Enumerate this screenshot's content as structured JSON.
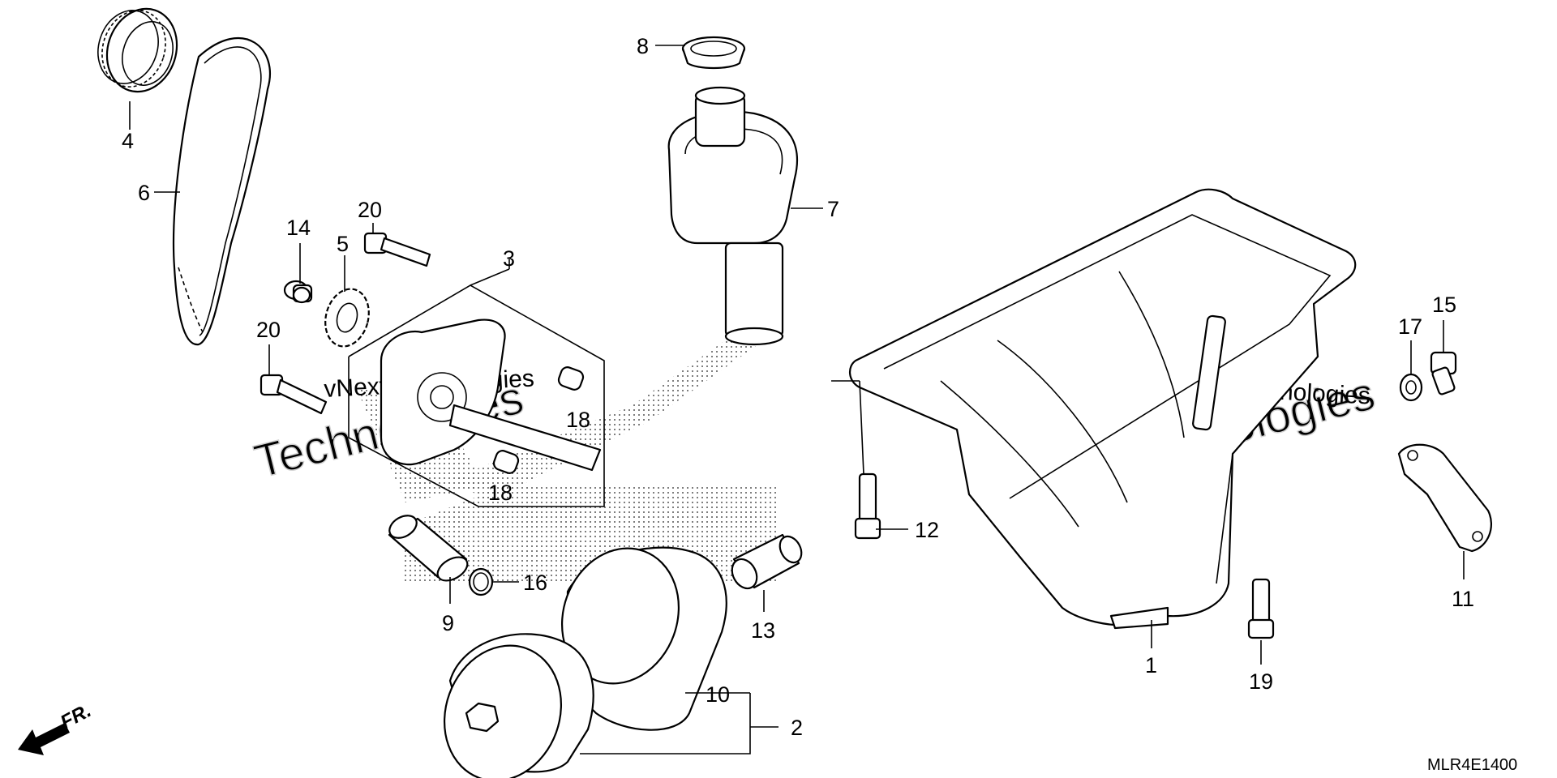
{
  "diagram": {
    "callouts": [
      {
        "id": "c1",
        "label": "1"
      },
      {
        "id": "c2",
        "label": "2"
      },
      {
        "id": "c3",
        "label": "3"
      },
      {
        "id": "c4",
        "label": "4"
      },
      {
        "id": "c5",
        "label": "5"
      },
      {
        "id": "c6",
        "label": "6"
      },
      {
        "id": "c7",
        "label": "7"
      },
      {
        "id": "c8",
        "label": "8"
      },
      {
        "id": "c9",
        "label": "9"
      },
      {
        "id": "c10",
        "label": "10"
      },
      {
        "id": "c11",
        "label": "11"
      },
      {
        "id": "c12",
        "label": "12"
      },
      {
        "id": "c13",
        "label": "13"
      },
      {
        "id": "c14",
        "label": "14"
      },
      {
        "id": "c15",
        "label": "15"
      },
      {
        "id": "c16",
        "label": "16"
      },
      {
        "id": "c17",
        "label": "17"
      },
      {
        "id": "c18a",
        "label": "18"
      },
      {
        "id": "c18b",
        "label": "18"
      },
      {
        "id": "c19",
        "label": "19"
      },
      {
        "id": "c20a",
        "label": "20"
      },
      {
        "id": "c20b",
        "label": "20"
      }
    ],
    "direction_label": "FR.",
    "diagram_code": "MLR4E1400",
    "watermark": {
      "line1": "vNext Technologies",
      "line2": "Technologies"
    }
  }
}
